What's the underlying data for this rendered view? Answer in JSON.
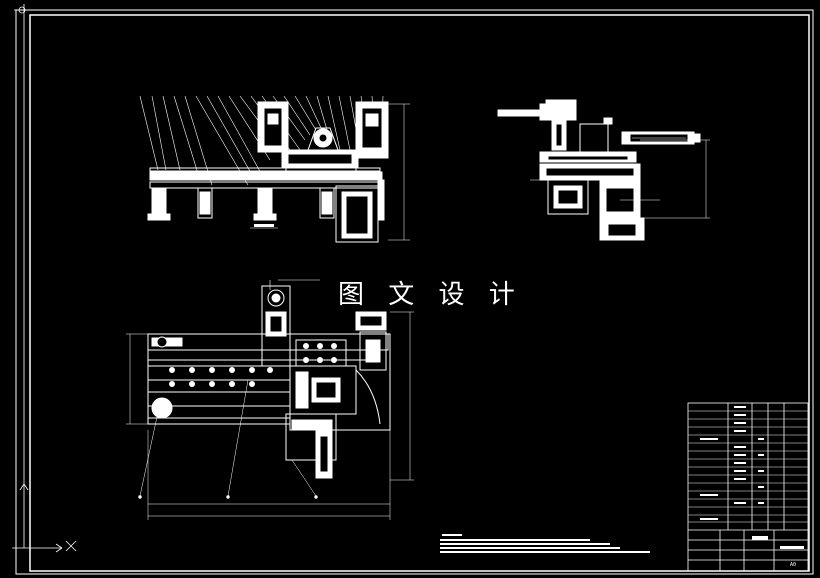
{
  "watermark": "图 文 设 计",
  "views": [
    {
      "name": "front-view"
    },
    {
      "name": "side-view"
    },
    {
      "name": "top-view"
    }
  ],
  "title_block": {
    "scale_label": "A0"
  },
  "colors": {
    "background": "#000000",
    "lines": "#ffffff"
  }
}
